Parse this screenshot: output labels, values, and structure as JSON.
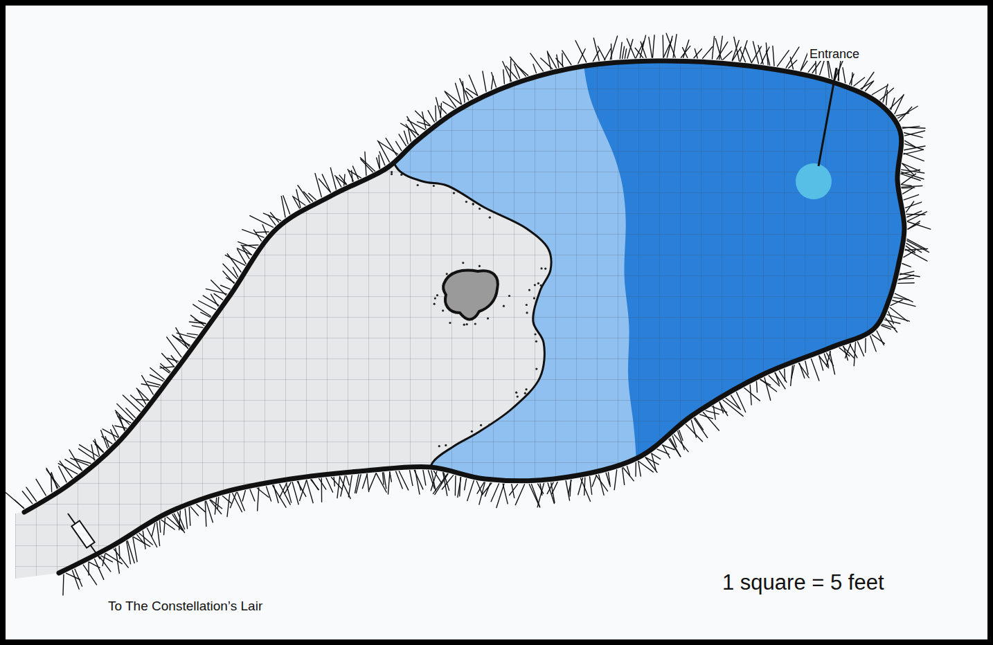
{
  "diagram": {
    "labels": [
      "Entrance",
      "1 square = 5 feet",
      "To The Constellation’s Lair"
    ]
  }
}
